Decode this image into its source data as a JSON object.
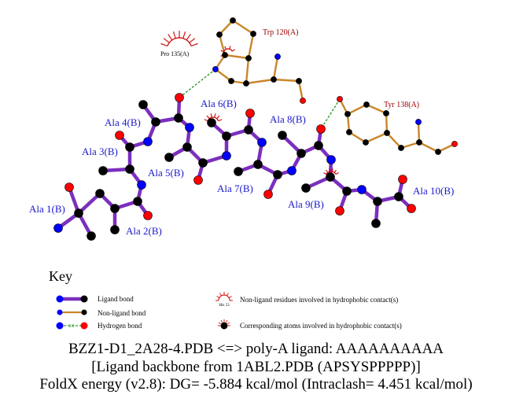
{
  "colors": {
    "ligand_bond": "#7b2fbe",
    "nonligand_bond": "#c8872c",
    "hydrogen_bond": "#2e9a2e",
    "carbon": "#000000",
    "nitrogen": "#0000ff",
    "oxygen": "#ff0000",
    "ligand_label": "#1a1acc",
    "residue_label": "#a00000",
    "hydrophobic_arc": "#cc0000"
  },
  "diagram": {
    "ligand_residues": [
      {
        "id": "ala1",
        "label": "Ala 1(B)"
      },
      {
        "id": "ala2",
        "label": "Ala 2(B)"
      },
      {
        "id": "ala3",
        "label": "Ala 3(B)"
      },
      {
        "id": "ala4",
        "label": "Ala 4(B)"
      },
      {
        "id": "ala5",
        "label": "Ala 5(B)"
      },
      {
        "id": "ala6",
        "label": "Ala 6(B)"
      },
      {
        "id": "ala7",
        "label": "Ala 7(B)"
      },
      {
        "id": "ala8",
        "label": "Ala 8(B)"
      },
      {
        "id": "ala9",
        "label": "Ala 9(B)"
      },
      {
        "id": "ala10",
        "label": "Ala 10(B)"
      }
    ],
    "protein_residues": [
      {
        "id": "trp120",
        "label": "Trp 120(A)"
      },
      {
        "id": "tyr138",
        "label": "Tyr 138(A)"
      },
      {
        "id": "pro135",
        "label": "Pro 135(A)"
      }
    ]
  },
  "key": {
    "title": "Key",
    "ligand_bond": "Ligand bond",
    "nonligand_bond": "Non-ligand bond",
    "hydrogen_bond": "Hydrogen bond",
    "hbond_distance": "3.0",
    "hydrophobic_residue": "Non-ligand residues involved in hydrophobic contact(s)",
    "hydrophobic_residue_example": "His 53",
    "hydrophobic_atoms": "Corresponding atoms involved in hydrophobic contact(s)"
  },
  "caption": {
    "line1": "BZZ1-D1_2A28-4.PDB <=> poly-A ligand: AAAAAAAAAA",
    "line2": "[Ligand backbone from 1ABL2.PDB (APSYSPPPPP)]",
    "line3": "FoldX energy (v2.8): DG= -5.884 kcal/mol (Intraclash= 4.451 kcal/mol)"
  }
}
